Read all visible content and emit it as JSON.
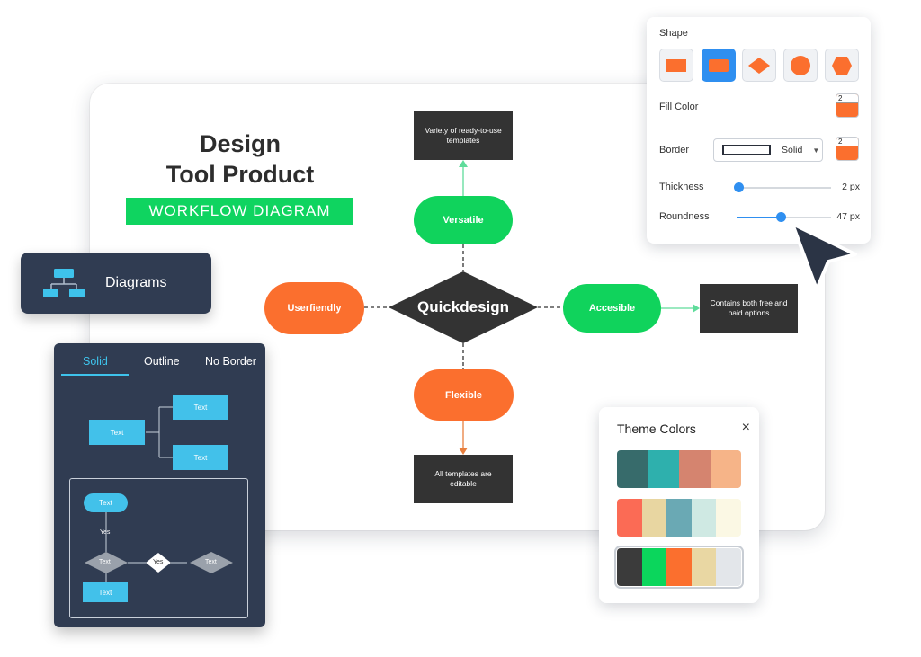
{
  "title": {
    "line1": "Design",
    "line2": "Tool Product",
    "banner": "WORKFLOW DIAGRAM"
  },
  "diagram": {
    "center": "Quickdesign",
    "top_node": "Versatile",
    "top_box": "Variety of ready-to-use templates",
    "left_node": "Userfiendly",
    "right_node": "Accesible",
    "right_box": "Contains both free and paid options",
    "bottom_node": "Flexible",
    "bottom_box": "All templates are editable"
  },
  "diagrams_chip": {
    "label": "Diagrams",
    "icon": "hierarchy-icon"
  },
  "style_panel": {
    "tabs": [
      "Solid",
      "Outline",
      "No Border"
    ],
    "active_tab": "Solid",
    "tree": {
      "root": "Text",
      "child1": "Text",
      "child2": "Text"
    },
    "flow": {
      "start": "Text",
      "yes1": "Yes",
      "decision": "Text",
      "yes2": "Yes",
      "right": "Text",
      "bottom": "Text"
    }
  },
  "props_panel": {
    "shape_label": "Shape",
    "fill_label": "Fill Color",
    "fill_value": "2",
    "border_label": "Border",
    "border_style": "Solid",
    "border_value": "2",
    "thickness_label": "Thickness",
    "thickness_value": "2 px",
    "thickness_level": 0.02,
    "roundness_label": "Roundness",
    "roundness_value": "47 px",
    "roundness_level": 0.47,
    "shapes": [
      "rectangle-icon",
      "rounded-rectangle-icon",
      "diamond-icon",
      "circle-icon",
      "hexagon-icon"
    ],
    "selected_shape": 1
  },
  "theme_panel": {
    "title": "Theme Colors",
    "close": "×",
    "palettes": [
      [
        "#376b6b",
        "#2eb0ad",
        "#d5846f",
        "#f6b488"
      ],
      [
        "#fb6b55",
        "#e8d6a1",
        "#6aa9b4",
        "#cfe9e3",
        "#fbf8e4"
      ],
      [
        "#3b3b3b",
        "#0bd65c",
        "#fb6f2e",
        "#e9d7a3",
        "#e3e6ea"
      ]
    ],
    "selected_palette": 2
  },
  "colors": {
    "green": "#10d35c",
    "orange": "#fb6f2e",
    "navy": "#303c52",
    "accent_blue": "#2f8ff0",
    "cyan": "#42c1ea"
  }
}
